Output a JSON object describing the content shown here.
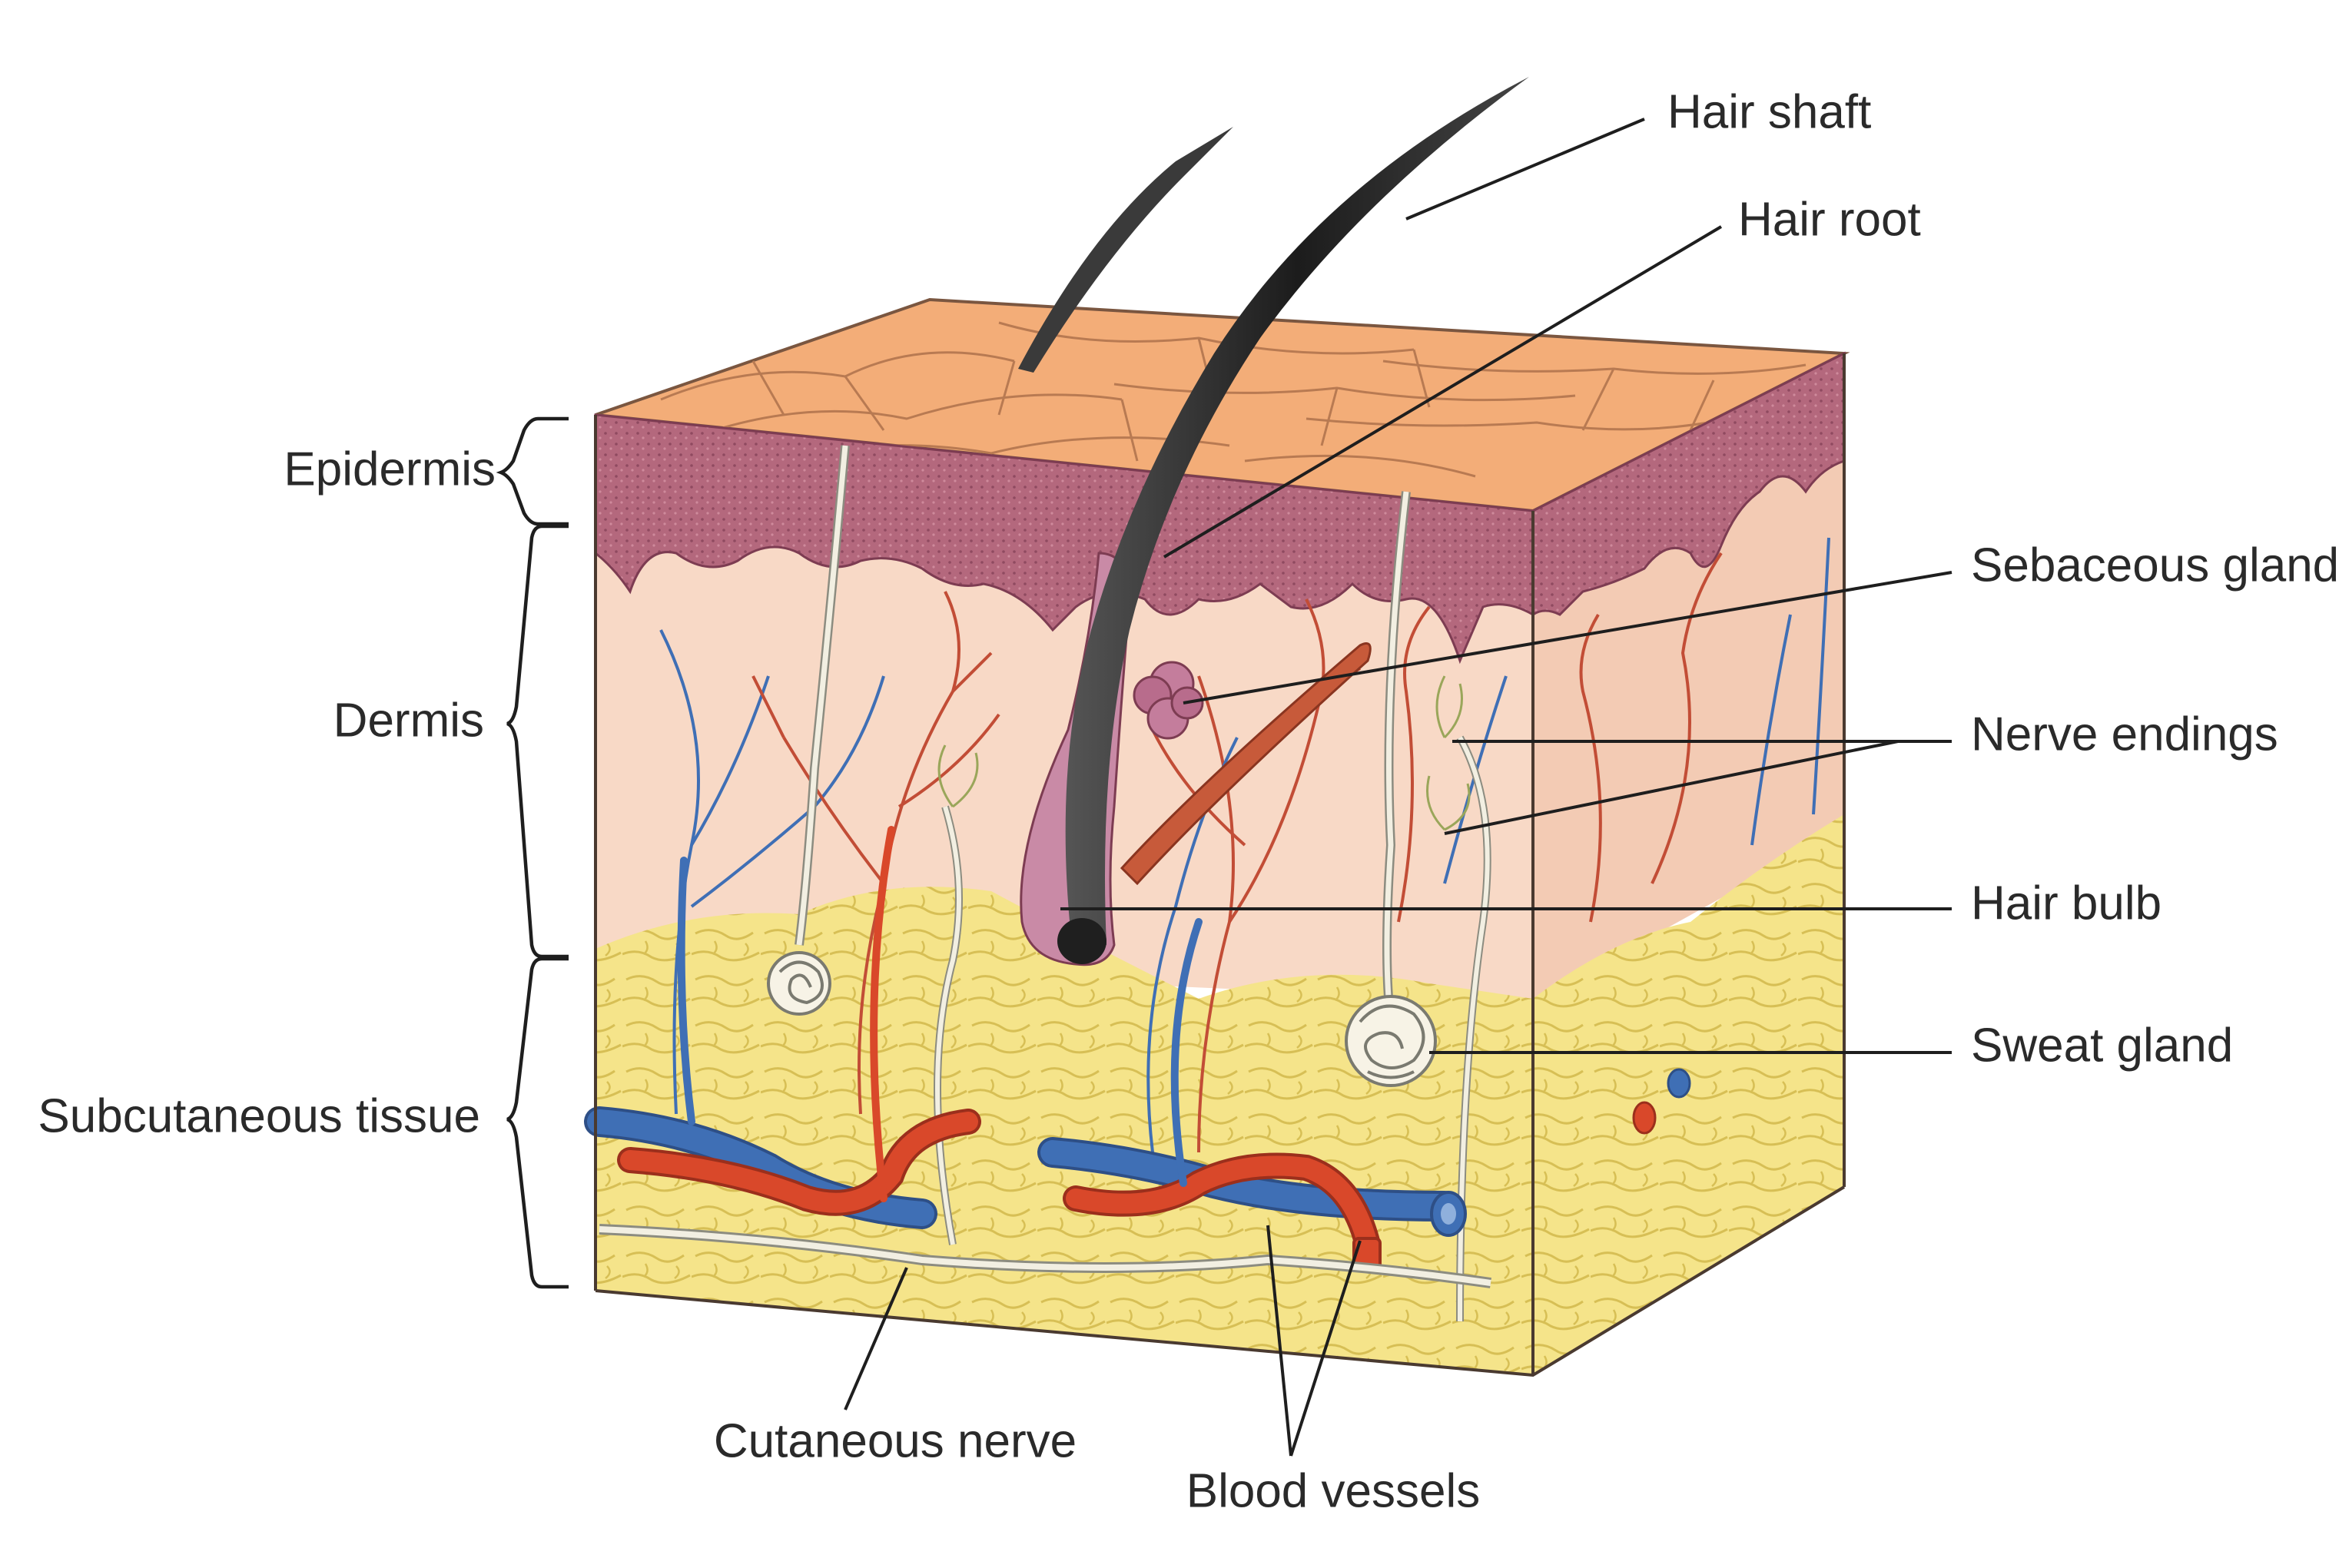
{
  "diagram": {
    "layer_labels": {
      "epidermis": "Epidermis",
      "dermis": "Dermis",
      "subcutaneous": "Subcutaneous tissue"
    },
    "structure_labels": {
      "hair_shaft": "Hair shaft",
      "hair_root": "Hair root",
      "sebaceous_gland": "Sebaceous gland",
      "nerve_endings": "Nerve endings",
      "hair_bulb": "Hair bulb",
      "sweat_gland": "Sweat gland",
      "cutaneous_nerve": "Cutaneous nerve",
      "blood_vessels": "Blood vessels"
    },
    "colors": {
      "surface": "#f3ad78",
      "epidermis": "#b4687d",
      "dermis": "#f8d9c6",
      "subcutaneous": "#f5e48a",
      "artery": "#d9482a",
      "vein": "#3f6fb5",
      "hair": "#2c2c2c",
      "nerve": "#f2efe2"
    }
  }
}
